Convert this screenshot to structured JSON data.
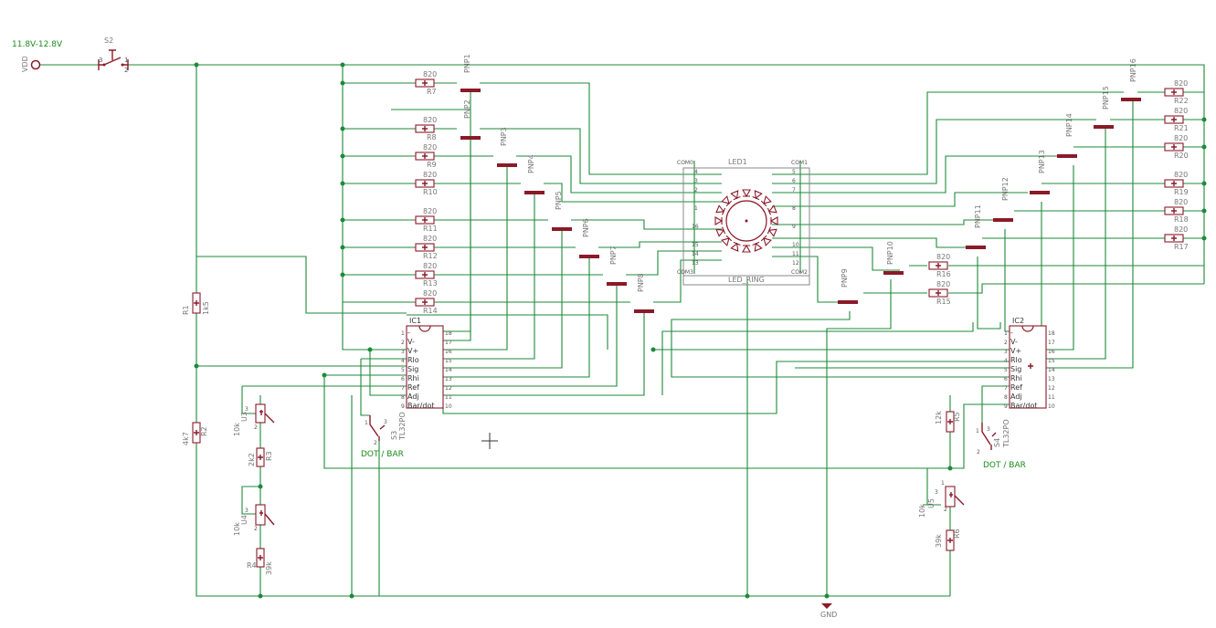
{
  "supply": {
    "net": "VDD",
    "range": "11.8V-12.8V",
    "gnd": "GND"
  },
  "switch_main": {
    "ref": "S2",
    "pins": [
      "3",
      "1",
      "2"
    ]
  },
  "left_resistors": [
    {
      "ref": "R7",
      "value": "820"
    },
    {
      "ref": "R8",
      "value": "820"
    },
    {
      "ref": "R9",
      "value": "820"
    },
    {
      "ref": "R10",
      "value": "820"
    },
    {
      "ref": "R11",
      "value": "820"
    },
    {
      "ref": "R12",
      "value": "820"
    },
    {
      "ref": "R13",
      "value": "820"
    },
    {
      "ref": "R14",
      "value": "820"
    }
  ],
  "right_resistors": [
    {
      "ref": "R22",
      "value": "820"
    },
    {
      "ref": "R21",
      "value": "820"
    },
    {
      "ref": "R20",
      "value": "820"
    },
    {
      "ref": "R19",
      "value": "820"
    },
    {
      "ref": "R18",
      "value": "820"
    },
    {
      "ref": "R17",
      "value": "820"
    },
    {
      "ref": "R16",
      "value": "820"
    },
    {
      "ref": "R15",
      "value": "820"
    }
  ],
  "transistors_left": [
    "PNP1",
    "PNP2",
    "PNP3",
    "PNP4",
    "PNP5",
    "PNP6",
    "PNP7",
    "PNP8"
  ],
  "transistors_right": [
    "PNP16",
    "PNP15",
    "PNP14",
    "PNP13",
    "PNP12",
    "PNP11",
    "PNP10",
    "PNP9"
  ],
  "led_ring": {
    "ref": "LED1",
    "label": "LED_RING",
    "com_labels": [
      "COM0",
      "COM1",
      "COM3",
      "COM2"
    ],
    "pins_left": [
      "4",
      "3",
      "2",
      "1",
      "16",
      "15",
      "14",
      "13"
    ],
    "pins_right": [
      "5",
      "6",
      "7",
      "8",
      "9",
      "10",
      "11",
      "12"
    ]
  },
  "ic1": {
    "ref": "IC1",
    "left_pins": [
      {
        "n": "1",
        "name": "-"
      },
      {
        "n": "2",
        "name": "V-"
      },
      {
        "n": "3",
        "name": "V+"
      },
      {
        "n": "4",
        "name": "Rlo"
      },
      {
        "n": "5",
        "name": "Sig"
      },
      {
        "n": "6",
        "name": "Rhi"
      },
      {
        "n": "7",
        "name": "Ref"
      },
      {
        "n": "8",
        "name": "Adj"
      },
      {
        "n": "9",
        "name": "Bar/dot"
      }
    ],
    "right_pins": [
      "18",
      "17",
      "16",
      "15",
      "14",
      "13",
      "12",
      "11",
      "10"
    ]
  },
  "ic2": {
    "ref": "IC2",
    "left_pins": [
      {
        "n": "1",
        "name": "-"
      },
      {
        "n": "2",
        "name": "V-"
      },
      {
        "n": "3",
        "name": "V+"
      },
      {
        "n": "4",
        "name": "Rlo"
      },
      {
        "n": "5",
        "name": "Sig"
      },
      {
        "n": "6",
        "name": "Rhi"
      },
      {
        "n": "7",
        "name": "Ref"
      },
      {
        "n": "8",
        "name": "Adj"
      },
      {
        "n": "9",
        "name": "Bar/dot"
      }
    ],
    "right_pins": [
      "18",
      "17",
      "16",
      "15",
      "14",
      "13",
      "12",
      "11",
      "10"
    ]
  },
  "misc": {
    "r1_ref": "R1",
    "r1_val": "1k5",
    "r2_ref": "R2",
    "r2_val": "4k7",
    "u3_ref": "U3",
    "u3_val": "10k",
    "r3_ref": "R3",
    "r3_val": "2k2",
    "u4_ref": "U4",
    "u4_val": "10k",
    "r4_ref": "R4",
    "r4_val": "39k",
    "r5_ref": "R5",
    "r5_val": "12k",
    "u5_ref": "U5",
    "u5_val": "10k",
    "r6_ref": "R6",
    "r6_val": "39k",
    "s3_ref": "S3",
    "s3_part": "TL32PO",
    "s3_label": "DOT / BAR",
    "s4_ref": "S4",
    "s4_part": "TL32PO",
    "s4_label": "DOT / BAR",
    "pot_pins": [
      "3",
      "1",
      "2"
    ],
    "sw_pins": [
      "1",
      "2",
      "3"
    ]
  }
}
